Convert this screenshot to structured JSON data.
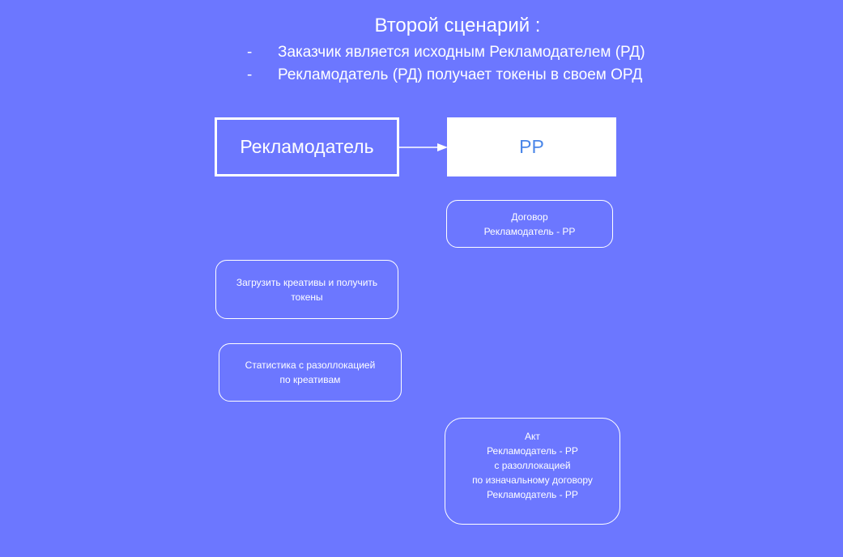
{
  "header": {
    "title": "Второй сценарий :",
    "bullets": [
      {
        "dash": "-",
        "text": "Заказчик является исходным Рекламодателем (РД)"
      },
      {
        "dash": "-",
        "text": "Рекламодатель (РД) получает токены в своем ОРД"
      }
    ]
  },
  "nodes": {
    "advertiser": "Рекламодатель",
    "pp": "PP"
  },
  "colors": {
    "background": "#6c77ff",
    "pp_text": "#4a86e8"
  },
  "cards": {
    "contract": [
      "Договор",
      "Рекламодатель - PP"
    ],
    "upload": [
      "Загрузить креативы и получить",
      "токены"
    ],
    "stats": [
      "Статистика с разоллокацией",
      "по креативам"
    ],
    "act": [
      "Акт",
      "Рекламодатель - PP",
      "с разоллокацией",
      "по изначальному договору",
      "Рекламодатель - PP"
    ]
  }
}
